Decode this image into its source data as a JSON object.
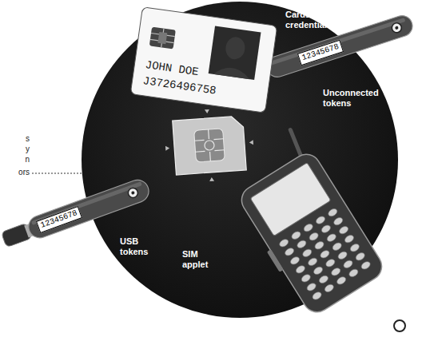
{
  "diagram": {
    "labels": [
      "Cards and credentials",
      "JOHN DOE",
      "J3726496758",
      "12345678",
      "Unconnected tokens",
      "12345678",
      "USB tokens",
      "SIM applet",
      "s",
      "y",
      "n",
      "ors"
    ]
  }
}
